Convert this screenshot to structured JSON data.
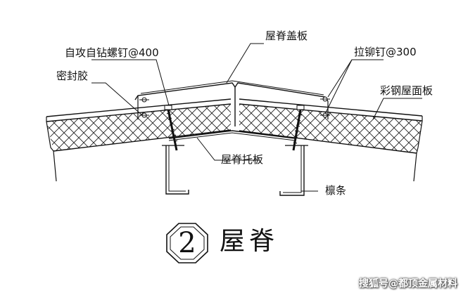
{
  "labels": {
    "ridge_cover": "屋脊盖板",
    "self_drilling_screw": "自攻自钻螺钉@400",
    "rivet": "拉铆钉@300",
    "sealant": "密封胶",
    "color_steel_roof": "彩钢屋面板",
    "ridge_support": "屋脊托板",
    "purlin": "檩条"
  },
  "title": {
    "number": "2",
    "text": "屋脊"
  },
  "watermark": "搜狐号@都顶金属材料"
}
